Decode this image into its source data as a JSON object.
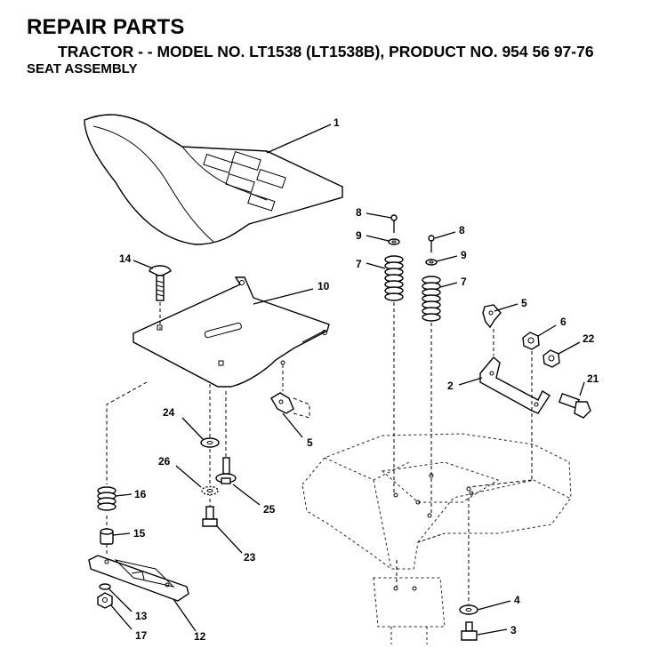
{
  "header": {
    "title": "REPAIR PARTS",
    "subtitle": "TRACTOR - - MODEL NO. LT1538 (LT1538B), PRODUCT NO. 954 56 97-76",
    "section": "SEAT ASSEMBLY"
  },
  "callouts": {
    "c1": "1",
    "c14": "14",
    "c10": "10",
    "c8a": "8",
    "c9a": "9",
    "c7a": "7",
    "c8b": "8",
    "c9b": "9",
    "c7b": "7",
    "c5a": "5",
    "c6": "6",
    "c22": "22",
    "c2": "2",
    "c21": "21",
    "c24": "24",
    "c5b": "5",
    "c26": "26",
    "c25": "25",
    "c16": "16",
    "c15": "15",
    "c23": "23",
    "c13": "13",
    "c17": "17",
    "c12": "12",
    "c4": "4",
    "c3": "3"
  }
}
